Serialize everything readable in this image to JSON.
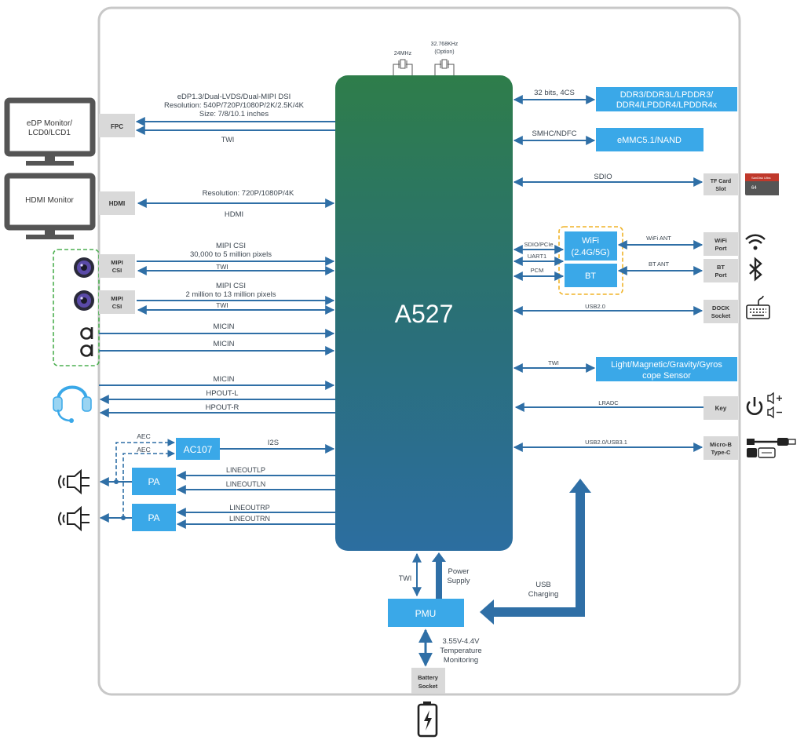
{
  "chip": {
    "label": "A527"
  },
  "clocks": {
    "c24": "24MHz",
    "c32": "32.768KHz",
    "c32_note": "(Option)"
  },
  "fpc": {
    "box": "FPC",
    "spec1": "eDP1.3/Dual-LVDS/Dual-MIPI DSI",
    "spec2": "Resolution: 540P/720P/1080P/2K/2.5K/4K",
    "spec3": "Size: 7/8/10.1 inches",
    "twi": "TWI",
    "monitor1": "eDP Monitor/",
    "monitor2": "LCD0/LCD1"
  },
  "hdmi": {
    "box": "HDMI",
    "res": "Resolution: 720P/1080P/4K",
    "sig": "HDMI",
    "monitor": "HDMI Monitor"
  },
  "csi1": {
    "box1": "MIPI",
    "box2": "CSI",
    "title": "MIPI CSI",
    "sub": "30,000 to 5 million pixels",
    "twi": "TWI"
  },
  "csi2": {
    "box1": "MIPI",
    "box2": "CSI",
    "title": "MIPI CSI",
    "sub": "2 million to 13 million pixels",
    "twi": "TWI"
  },
  "mic": {
    "micin": "MICIN"
  },
  "headset": {
    "hpl": "HPOUT-L",
    "hpr": "HPOUT-R"
  },
  "audio": {
    "aec": "AEC",
    "ac107": "AC107",
    "i2s": "I2S",
    "pa": "PA",
    "lolp": "LINEOUTLP",
    "loln": "LINEOUTLN",
    "lorp": "LINEOUTRP",
    "lorn": "LINEOUTRN"
  },
  "ram": {
    "bus": "32 bits, 4CS",
    "line1": "DDR3/DDR3L/LPDDR3/",
    "line2": "DDR4/LPDDR4/LPDDR4x"
  },
  "emmc": {
    "bus": "SMHC/NDFC",
    "label": "eMMC5.1/NAND"
  },
  "tf": {
    "bus": "SDIO",
    "box1": "TF Card",
    "box2": "Slot",
    "card_brand": "SanDisk Ultra",
    "card_size": "64"
  },
  "wifi": {
    "sdio": "SDIO/PCIe",
    "uart": "UART1",
    "pcm": "PCM",
    "wifi1": "WiFi",
    "wifi2": "(2.4G/5G)",
    "bt": "BT",
    "wifi_ant": "WiFi ANT",
    "bt_ant": "BT ANT",
    "wifi_port1": "WiFi",
    "wifi_port2": "Port",
    "bt_port1": "BT",
    "bt_port2": "Port"
  },
  "dock": {
    "bus": "USB2.0",
    "box1": "DOCK",
    "box2": "Socket"
  },
  "sensor": {
    "bus": "TWI",
    "line1": "Light/Magnetic/Gravity/Gyros",
    "line2": "cope Sensor"
  },
  "key": {
    "bus": "LRADC",
    "box": "Key"
  },
  "usb": {
    "bus": "USB2.0/USB3.1",
    "box1": "Micro-B",
    "box2": "Type-C"
  },
  "pmu": {
    "label": "PMU",
    "twi": "TWI",
    "power1": "Power",
    "power2": "Supply",
    "usb1": "USB",
    "usb2": "Charging",
    "batt1": "3.55V-4.4V",
    "batt2": "Temperature",
    "batt3": "Monitoring",
    "socket1": "Battery",
    "socket2": "Socket"
  },
  "colors": {
    "blue_box": "#3aa8e8",
    "gray_box": "#d9d9d9",
    "arrow": "#2f6fa6",
    "chip_top": "#2e7d4a",
    "chip_bottom": "#2c6ea0",
    "dashed_green": "#4caf50",
    "dashed_orange": "#f0b429"
  }
}
